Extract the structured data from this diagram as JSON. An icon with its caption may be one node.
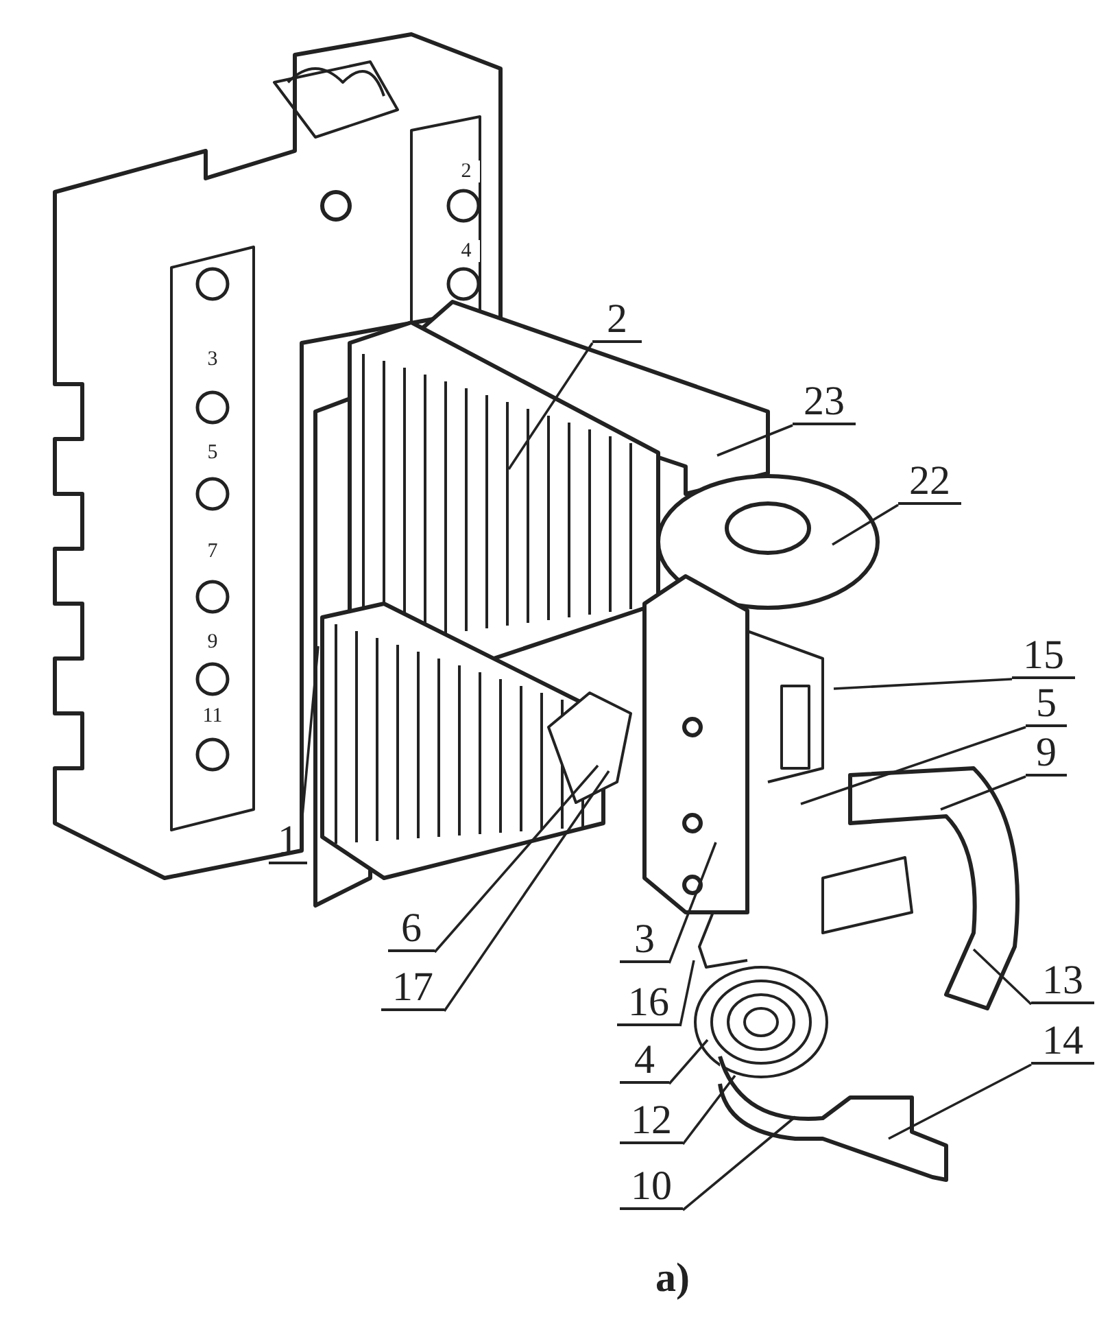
{
  "diagram": {
    "caption": "а)",
    "nodes": [
      {
        "text": [
          "2"
        ]
      },
      {
        "text": [
          "23"
        ]
      },
      {
        "text": [
          "22"
        ]
      },
      {
        "text": [
          "15"
        ]
      },
      {
        "text": [
          "5"
        ]
      },
      {
        "text": [
          "9"
        ]
      },
      {
        "text": [
          "1"
        ]
      },
      {
        "text": [
          "6"
        ]
      },
      {
        "text": [
          "3"
        ]
      },
      {
        "text": [
          "17"
        ]
      },
      {
        "text": [
          "16"
        ]
      },
      {
        "text": [
          "13"
        ]
      },
      {
        "text": [
          "14"
        ]
      },
      {
        "text": [
          "4"
        ]
      },
      {
        "text": [
          "12"
        ]
      },
      {
        "text": [
          "10"
        ]
      }
    ],
    "edges": [
      {
        "from": 0,
        "to": null,
        "arrow": "none"
      },
      {
        "from": 1,
        "to": null,
        "arrow": "none"
      },
      {
        "from": 2,
        "to": null,
        "arrow": "none"
      },
      {
        "from": 3,
        "to": null,
        "arrow": "none"
      },
      {
        "from": 4,
        "to": null,
        "arrow": "none"
      },
      {
        "from": 5,
        "to": null,
        "arrow": "none"
      },
      {
        "from": 6,
        "to": null,
        "arrow": "none"
      },
      {
        "from": 7,
        "to": null,
        "arrow": "none"
      },
      {
        "from": 8,
        "to": null,
        "arrow": "none"
      },
      {
        "from": 9,
        "to": null,
        "arrow": "none"
      },
      {
        "from": 10,
        "to": null,
        "arrow": "none"
      },
      {
        "from": 11,
        "to": null,
        "arrow": "none"
      },
      {
        "from": 12,
        "to": null,
        "arrow": "none"
      },
      {
        "from": 13,
        "to": null,
        "arrow": "none"
      },
      {
        "from": 14,
        "to": null,
        "arrow": "none"
      },
      {
        "from": 15,
        "to": null,
        "arrow": "none"
      }
    ],
    "labels": [
      "2",
      "4",
      "3",
      "5",
      "7",
      "9",
      "11"
    ]
  }
}
